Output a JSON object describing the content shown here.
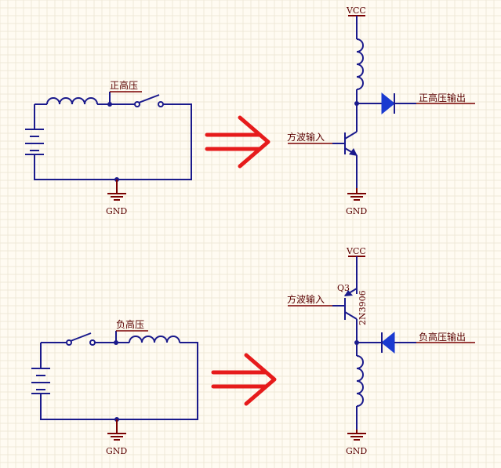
{
  "colors": {
    "wire": "#1a1a8c",
    "label": "#5a0000",
    "arrow": "#e61b1b",
    "background": "#fffbf2"
  },
  "top": {
    "switch_label": "正高压",
    "gnd_label": "GND",
    "vcc_label": "VCC",
    "input_label": "方波输入",
    "output_label": "正高压输出",
    "gnd2_label": "GND"
  },
  "bottom": {
    "switch_label": "负高压",
    "gnd_label": "GND",
    "vcc_label": "VCC",
    "input_label": "方波输入",
    "ref_label": "Q3",
    "part_label": "2N3906",
    "output_label": "负高压输出",
    "gnd2_label": "GND"
  }
}
